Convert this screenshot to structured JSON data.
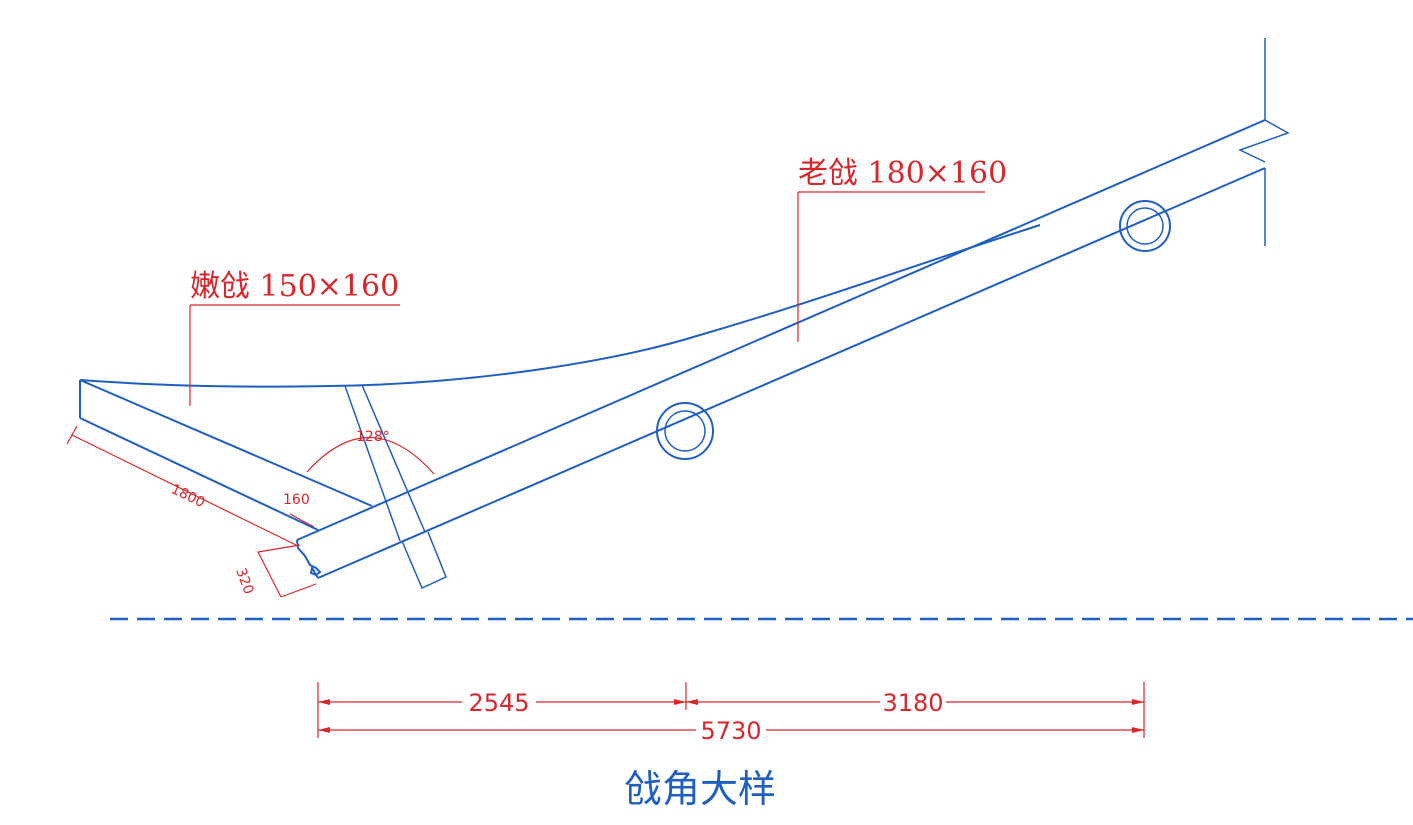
{
  "labels": {
    "old_rafter": "老戗 180×160",
    "young_rafter": "嫩戗 150×160"
  },
  "dimensions": {
    "angle": "128°",
    "length_1800": "1800",
    "width_160": "160",
    "height_320": "320",
    "span_left": "2545",
    "span_right": "3180",
    "span_total": "5730"
  },
  "title": "戗角大样",
  "colors": {
    "line": "#1f5fbf",
    "dimension": "#d8262b",
    "background": "#ffffff"
  }
}
